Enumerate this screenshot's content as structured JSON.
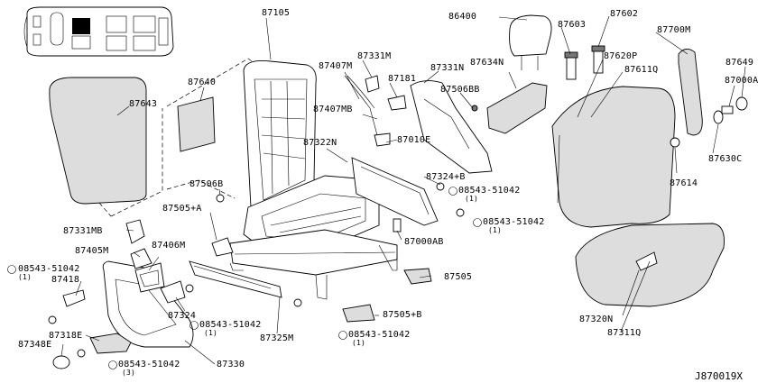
{
  "diagram_code": "J870019X",
  "callouts": [
    {
      "id": "c-87105",
      "text": "87105"
    },
    {
      "id": "c-87643",
      "text": "87643"
    },
    {
      "id": "c-87640",
      "text": "87640"
    },
    {
      "id": "c-86400",
      "text": "86400"
    },
    {
      "id": "c-87602",
      "text": "87602"
    },
    {
      "id": "c-87603",
      "text": "87603"
    },
    {
      "id": "c-87700M",
      "text": "87700M"
    },
    {
      "id": "c-87331M",
      "text": "87331M"
    },
    {
      "id": "c-87407M",
      "text": "87407M"
    },
    {
      "id": "c-87181",
      "text": "87181"
    },
    {
      "id": "c-87331N",
      "text": "87331N"
    },
    {
      "id": "c-87634N",
      "text": "87634N"
    },
    {
      "id": "c-87620P",
      "text": "87620P"
    },
    {
      "id": "c-87649",
      "text": "87649"
    },
    {
      "id": "c-87611Q",
      "text": "87611Q"
    },
    {
      "id": "c-87000A",
      "text": "87000A"
    },
    {
      "id": "c-87506BB",
      "text": "87506BB"
    },
    {
      "id": "c-87407MB",
      "text": "87407MB"
    },
    {
      "id": "c-87010E",
      "text": "87010E"
    },
    {
      "id": "c-87322N",
      "text": "87322N"
    },
    {
      "id": "c-87630C",
      "text": "87630C"
    },
    {
      "id": "c-87324B",
      "text": "87324+B"
    },
    {
      "id": "c-87506B",
      "text": "87506B"
    },
    {
      "id": "c-08543-a",
      "text": "08543-51042",
      "qty": "(1)"
    },
    {
      "id": "c-87614",
      "text": "87614"
    },
    {
      "id": "c-87505A",
      "text": "87505+A"
    },
    {
      "id": "c-08543-b",
      "text": "08543-51042",
      "qty": "(1)"
    },
    {
      "id": "c-87331MB",
      "text": "87331MB"
    },
    {
      "id": "c-87000AB",
      "text": "87000AB"
    },
    {
      "id": "c-87405M",
      "text": "87405M"
    },
    {
      "id": "c-87406M",
      "text": "87406M"
    },
    {
      "id": "c-08543-c",
      "text": "08543-51042",
      "qty": "(1)"
    },
    {
      "id": "c-87418",
      "text": "87418"
    },
    {
      "id": "c-87505",
      "text": "87505"
    },
    {
      "id": "c-87324",
      "text": "87324"
    },
    {
      "id": "c-87505B",
      "text": "87505+B"
    },
    {
      "id": "c-08543-d",
      "text": "08543-51042",
      "qty": "(1)"
    },
    {
      "id": "c-87320N",
      "text": "87320N"
    },
    {
      "id": "c-87318E",
      "text": "87318E"
    },
    {
      "id": "c-87325M",
      "text": "87325M"
    },
    {
      "id": "c-08543-e",
      "text": "08543-51042",
      "qty": "(1)"
    },
    {
      "id": "c-87348E",
      "text": "87348E"
    },
    {
      "id": "c-87311Q",
      "text": "87311Q"
    },
    {
      "id": "c-08543-f",
      "text": "08543-51042",
      "qty": "(3)"
    },
    {
      "id": "c-87330",
      "text": "87330"
    }
  ]
}
